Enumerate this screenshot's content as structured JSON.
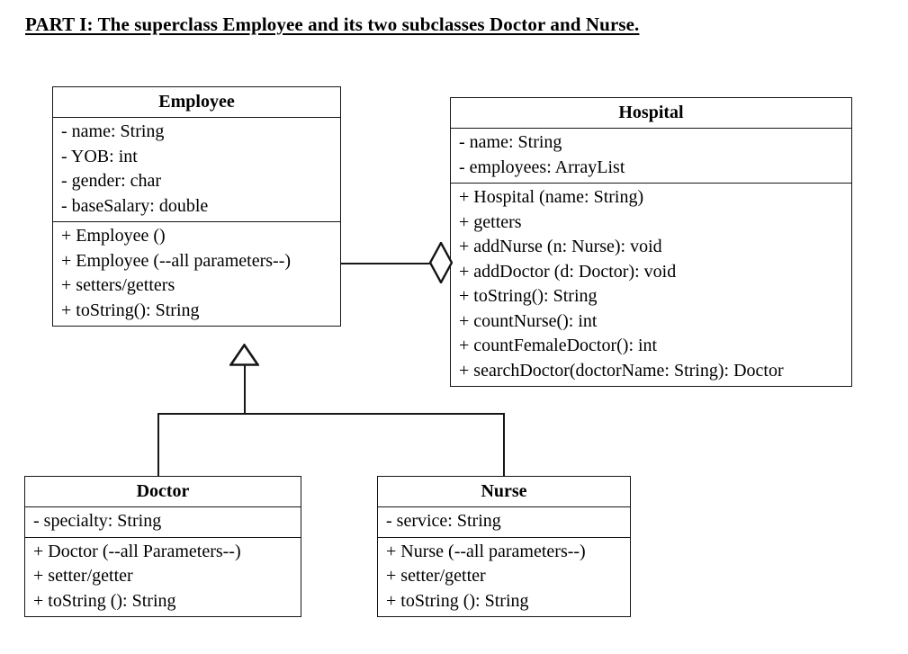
{
  "document": {
    "title": "PART I: The superclass Employee and its two subclasses Doctor and Nurse."
  },
  "diagram": {
    "type": "uml-class-diagram",
    "classes": [
      {
        "id": "employee",
        "name": "Employee",
        "attributes": [
          "- name: String",
          "- YOB: int",
          "- gender: char",
          "- baseSalary: double"
        ],
        "methods": [
          "+ Employee ()",
          "+ Employee (--all parameters--)",
          "+ setters/getters",
          "+ toString(): String"
        ]
      },
      {
        "id": "hospital",
        "name": "Hospital",
        "attributes": [
          "- name: String",
          "- employees: ArrayList"
        ],
        "methods": [
          "+ Hospital (name: String)",
          "+ getters",
          "+ addNurse (n: Nurse): void",
          "+ addDoctor (d: Doctor): void",
          "+ toString(): String",
          "+ countNurse(): int",
          "+ countFemaleDoctor(): int",
          "+ searchDoctor(doctorName: String): Doctor"
        ]
      },
      {
        "id": "doctor",
        "name": "Doctor",
        "attributes": [
          "- specialty: String"
        ],
        "methods": [
          "+ Doctor (--all Parameters--)",
          "+ setter/getter",
          "+ toString (): String"
        ]
      },
      {
        "id": "nurse",
        "name": "Nurse",
        "attributes": [
          "- service: String"
        ],
        "methods": [
          "+ Nurse (--all parameters--)",
          "+ setter/getter",
          "+ toString (): String"
        ]
      }
    ],
    "relationships": [
      {
        "id": "employee-hospital",
        "kind": "aggregation",
        "from": "Employee",
        "to": "Hospital",
        "marker": "hollow-diamond"
      },
      {
        "id": "doctor-employee",
        "kind": "generalization",
        "from": "Doctor",
        "to": "Employee",
        "marker": "hollow-triangle"
      },
      {
        "id": "nurse-employee",
        "kind": "generalization",
        "from": "Nurse",
        "to": "Employee",
        "marker": "hollow-triangle"
      }
    ]
  },
  "colors": {
    "stroke": "#161616",
    "background": "#ffffff",
    "text": "#000000"
  }
}
